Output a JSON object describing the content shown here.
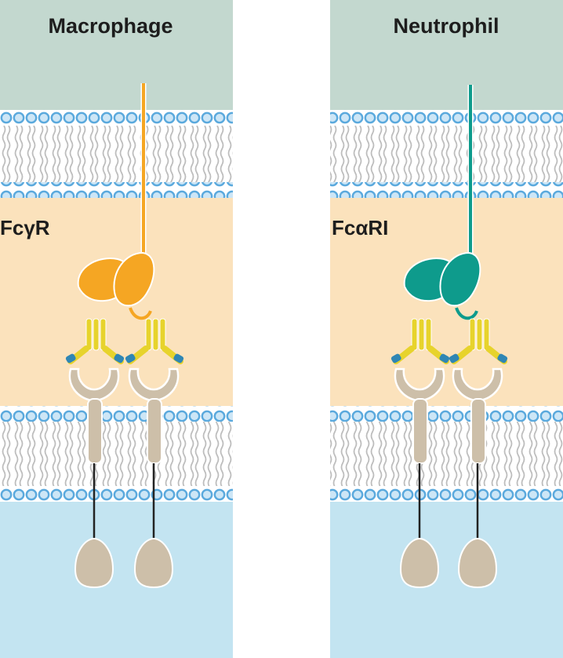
{
  "panels": [
    {
      "title": "Macrophage",
      "receptor_label": "FcγR",
      "receptor_color": "#f5a623",
      "receptor_dark": "#d98a12"
    },
    {
      "title": "Neutrophil",
      "receptor_label": "FcαRI",
      "receptor_color": "#0e9b8c",
      "receptor_dark": "#077466"
    }
  ],
  "colors": {
    "top_bg": "#c3d8cf",
    "middle_bg": "#fbe2bc",
    "bottom_bg": "#c3e4f1",
    "membrane_head": "#5aa9dd",
    "membrane_head_fill": "#cde6f6",
    "lipid_tail": "#bdbdbd",
    "antibody_fc": "#e7d32c",
    "antibody_tip": "#2f86b4",
    "pathogen_receptor": "#cdbfa9",
    "tether": "#222222"
  }
}
